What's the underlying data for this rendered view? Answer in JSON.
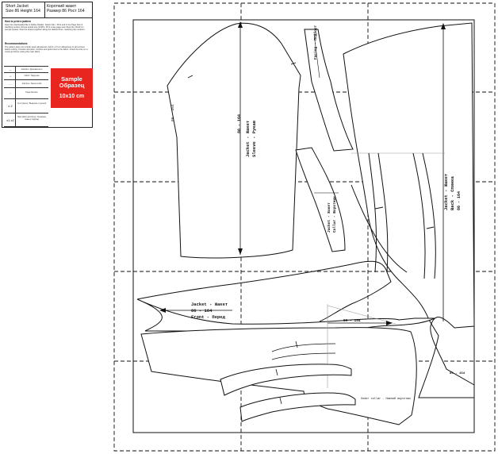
{
  "legend": {
    "title_en_line1": "Short Jacket",
    "title_en_line2": "Size 86 Height 164",
    "title_ru_line1": "Короткий жакет",
    "title_ru_line2": "Размер 86 Рост 164",
    "section_print": "How to print a pattern",
    "print_text": "Open the downloaded file in Adobe Reader. Select File > Print and in the Page Size & Handling section choose Actual size (100%). Print a test page and check the 10x10 cm sample square. Glue the sheets together along the dashed lines, matching the numbers.",
    "section_recommend": "Recommendations",
    "recommend_text": "The pattern does not include seam allowances. Add 1–1.5 cm allowances to all cut lines before cutting. Transfer all marks, notches and grain lines to the fabric. Check the size on a mock-up before cutting the main fabric.",
    "symbols": [
      {
        "symbol": "—",
        "label": "Grainline / Долевая нить"
      },
      {
        "symbol": "⊥",
        "label": "Notch / Надсечка"
      },
      {
        "symbol": "- - -",
        "label": "Fold line / Линия сгиба"
      },
      {
        "symbol": "↔",
        "label": "Pleat direction"
      },
      {
        "symbol": "x 2",
        "label": "Cut 2 pieces / Выкроить 2 детали"
      },
      {
        "symbol": "x1 x2",
        "label": "Main fabric and lining / Основная ткань и подклад"
      }
    ],
    "sample_line1": "Sample",
    "sample_line2": "Образец",
    "sample_line3": "10x10 cm"
  },
  "pieces": {
    "sleeve_label": "Jacket - Жакет",
    "sleeve_sub": "Sleeve - Рукав",
    "front_label": "Jacket - Жакет",
    "front_sub": "Front - Перед",
    "back_label": "Jacket - Жакет",
    "back_sub": "Back - Спинка",
    "collar_label": "Jacket - Жакет",
    "collar_sub": "Collar - Воротник",
    "under_collar": "Under collar - Нижний воротник",
    "facing_label": "Facing - Подборт",
    "size_code": "86 - 164"
  }
}
